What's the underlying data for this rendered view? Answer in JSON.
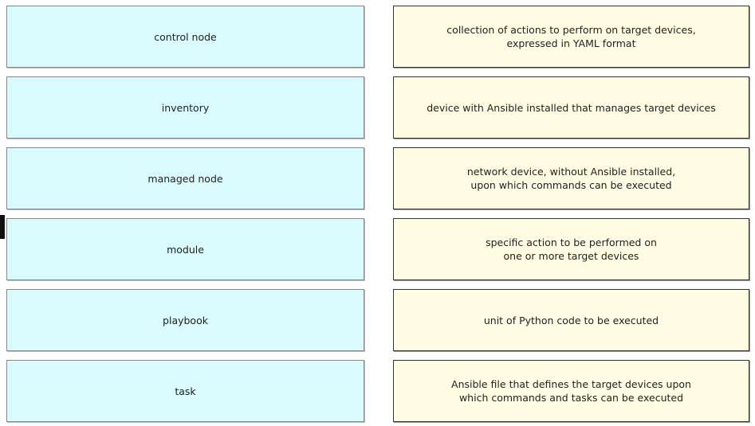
{
  "terms": [
    "control node",
    "inventory",
    "managed node",
    "module",
    "playbook",
    "task"
  ],
  "definitions": [
    "collection of actions to perform on target devices,\nexpressed in YAML format",
    "device with Ansible installed that manages target devices",
    "network device, without Ansible installed,\nupon which commands can be executed",
    "specific action to be performed on\none or more target devices",
    "unit of Python code to be executed",
    "Ansible file that defines the target devices upon\nwhich commands and tasks can be executed"
  ]
}
